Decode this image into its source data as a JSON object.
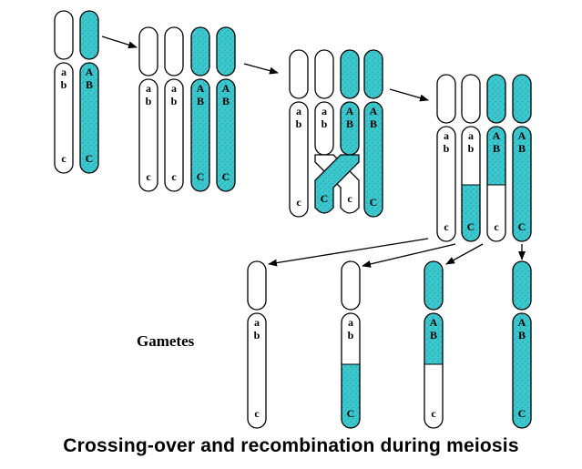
{
  "caption": "Crossing-over and recombination  during meiosis",
  "gametes_label": "Gametes",
  "colors": {
    "paternal": "#3cc8cf",
    "maternal": "#ffffff",
    "outline": "#000000"
  },
  "alleles": {
    "maternal": [
      "a",
      "b",
      "c"
    ],
    "paternal": [
      "A",
      "B",
      "C"
    ]
  },
  "stages": [
    {
      "name": "homologous-pair",
      "chromosomes": [
        "ab-c",
        "AB-C"
      ]
    },
    {
      "name": "replicated-pair",
      "chromosomes": [
        "ab-c",
        "ab-c",
        "AB-C",
        "AB-C"
      ]
    },
    {
      "name": "crossing-over",
      "chromosomes": [
        "ab-c",
        "ab-C",
        "AB-c",
        "AB-C"
      ]
    },
    {
      "name": "after-crossover",
      "chromosomes": [
        "ab-c",
        "ab-C",
        "AB-c",
        "AB-C"
      ]
    }
  ],
  "gametes": [
    "ab-c",
    "ab-C",
    "AB-c",
    "AB-C"
  ]
}
